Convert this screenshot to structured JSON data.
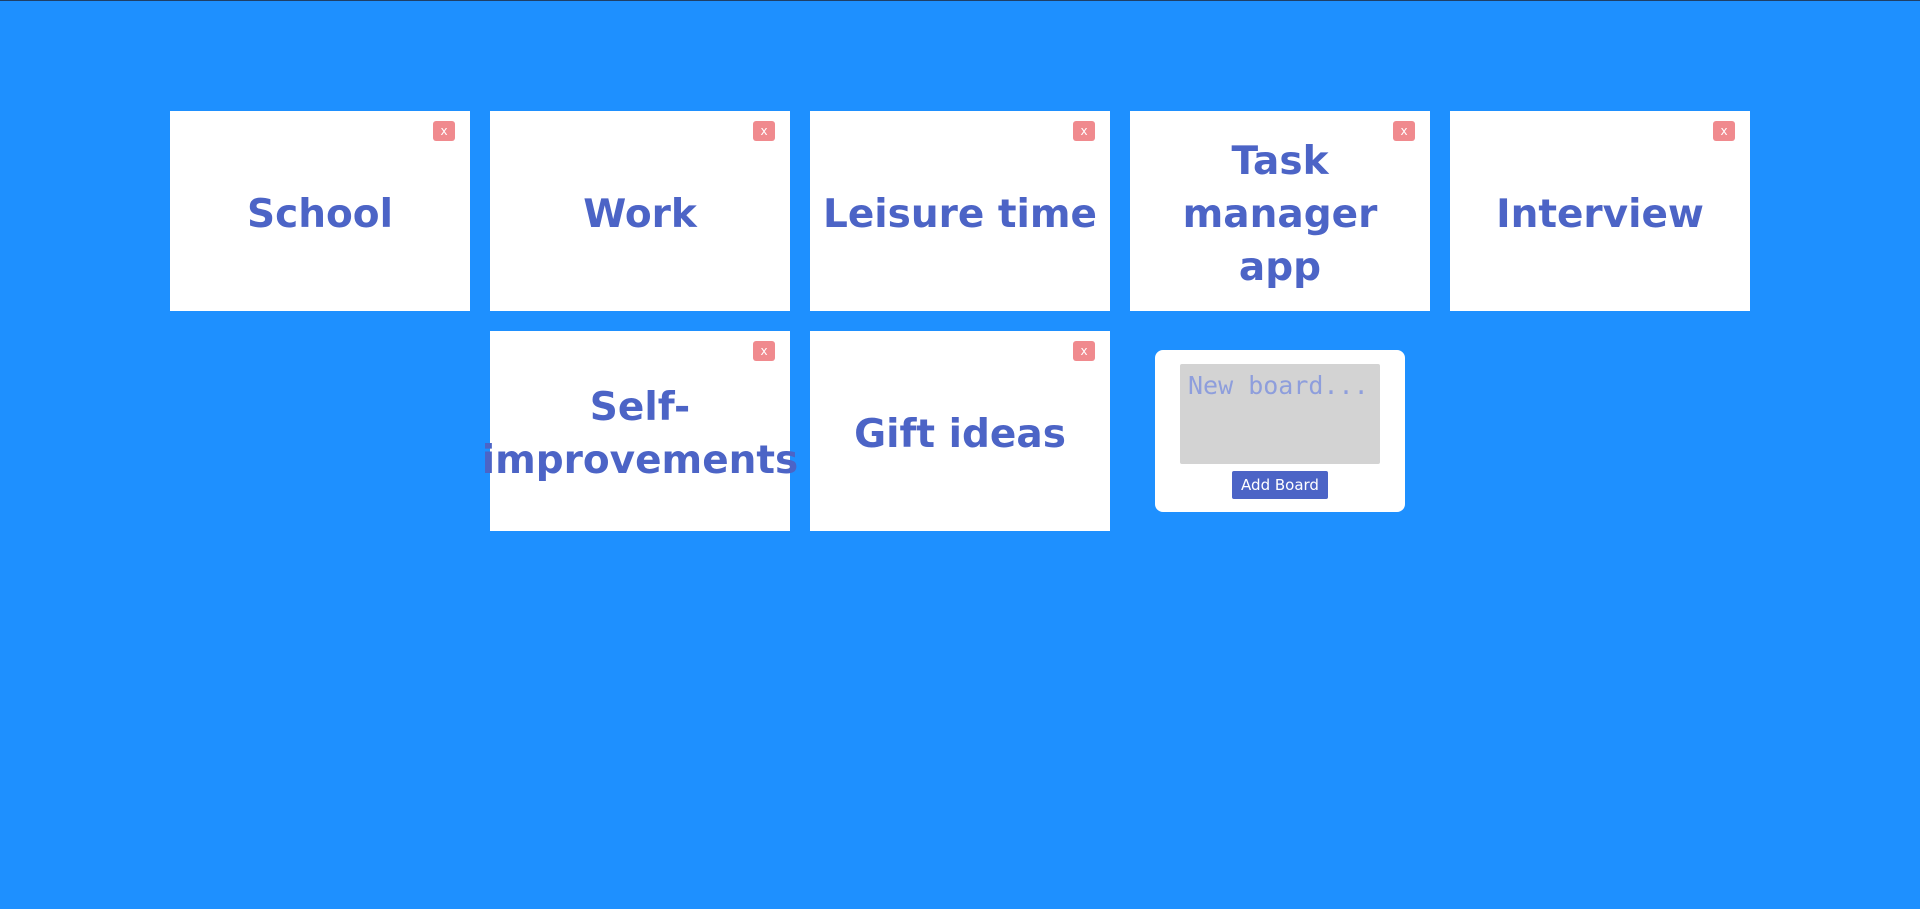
{
  "boards": [
    {
      "title": "School",
      "delete_label": "x"
    },
    {
      "title": "Work",
      "delete_label": "x"
    },
    {
      "title": "Leisure time",
      "delete_label": "x"
    },
    {
      "title": "Task manager app",
      "delete_label": "x"
    },
    {
      "title": "Interview",
      "delete_label": "x"
    },
    {
      "title": "Self-improvements",
      "delete_label": "x"
    },
    {
      "title": "Gift ideas",
      "delete_label": "x"
    }
  ],
  "new_board": {
    "placeholder": "New board...",
    "value": "",
    "add_button_label": "Add Board"
  },
  "colors": {
    "background": "#1e90ff",
    "card": "#ffffff",
    "title": "#4c64c6",
    "delete_button": "#f08a8e",
    "input_background": "#d3d3d3",
    "add_button": "#4c64c6"
  }
}
